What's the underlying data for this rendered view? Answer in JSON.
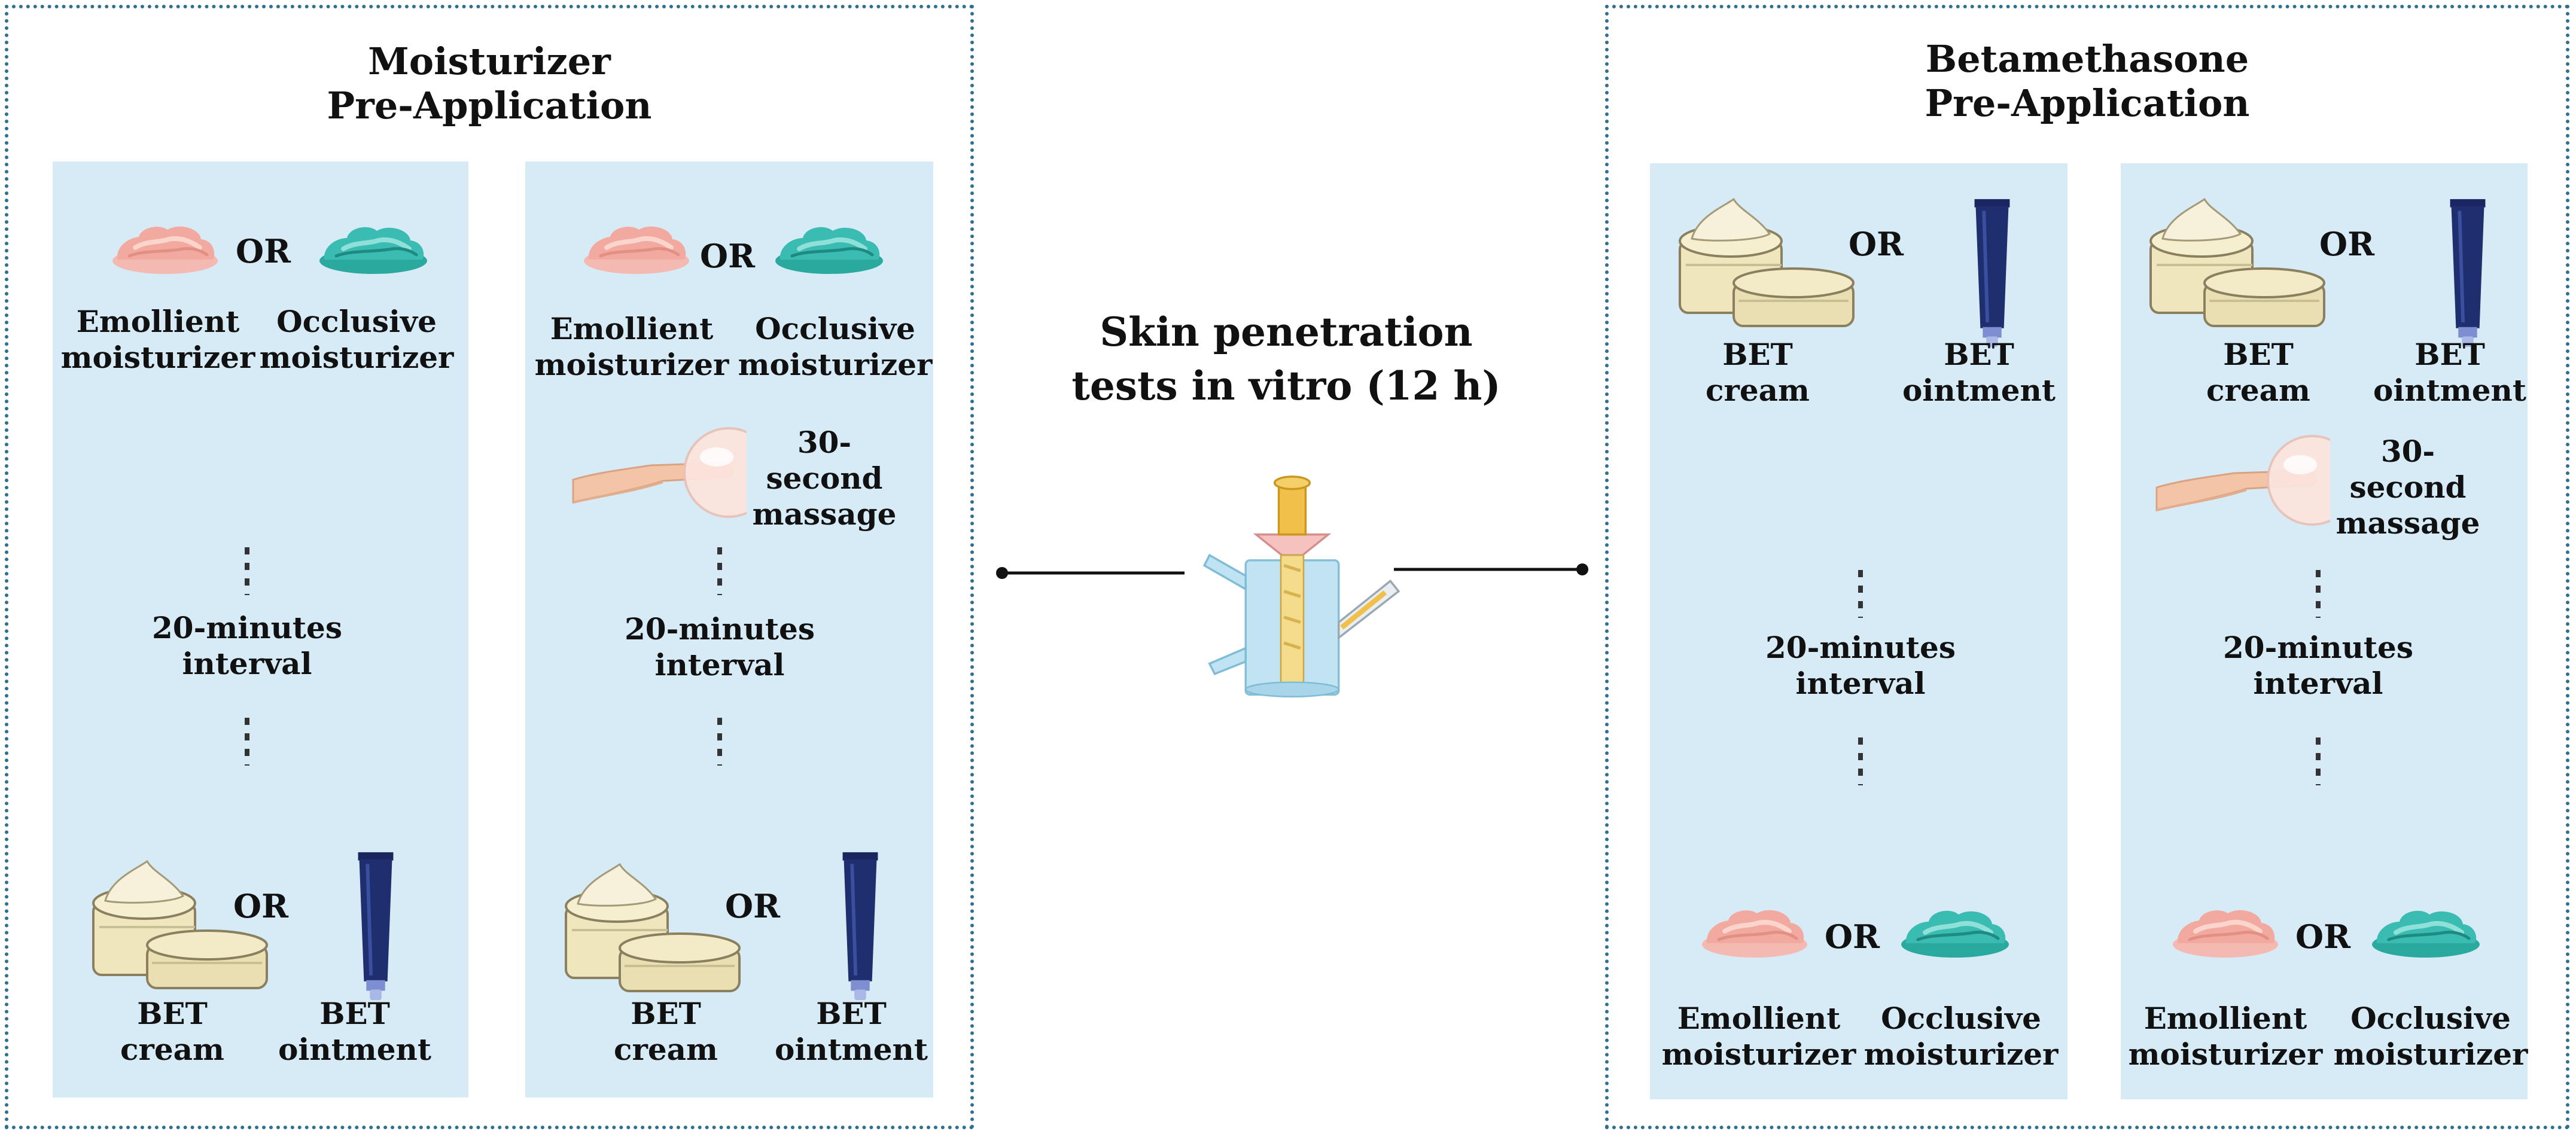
{
  "left_group": {
    "title_line1": "Moisturizer",
    "title_line2": "Pre-Application",
    "panels": [
      {
        "top_options": [
          "Emollient\nmoisturizer",
          "Occlusive\nmoisturizer"
        ],
        "interval": "20-minutes\ninterval",
        "bottom_options": [
          "BET\ncream",
          "BET\nointment"
        ]
      },
      {
        "top_options": [
          "Emollient\nmoisturizer",
          "Occlusive\nmoisturizer"
        ],
        "massage": "30-second\nmassage",
        "interval": "20-minutes\ninterval",
        "bottom_options": [
          "BET\ncream",
          "BET\nointment"
        ]
      }
    ]
  },
  "right_group": {
    "title_line1": "Betamethasone",
    "title_line2": "Pre-Application",
    "panels": [
      {
        "top_options": [
          "BET\ncream",
          "BET\nointment"
        ],
        "interval": "20-minutes\ninterval",
        "bottom_options": [
          "Emollient\nmoisturizer",
          "Occlusive\nmoisturizer"
        ]
      },
      {
        "top_options": [
          "BET\ncream",
          "BET\nointment"
        ],
        "massage": "30-second\nmassage",
        "interval": "20-minutes\ninterval",
        "bottom_options": [
          "Emollient\nmoisturizer",
          "Occlusive\nmoisturizer"
        ]
      }
    ]
  },
  "or_label": "OR",
  "center": {
    "title": "Skin penetration\ntests in vitro (12 h)",
    "icon": "franz-diffusion-cell-icon"
  },
  "colors": {
    "border": "#2f6f8f",
    "panel_bg": "#d7ebf6",
    "emollient": "#f2aaa0",
    "occlusive": "#3bbcb2",
    "tube": "#1f2e6e",
    "jar": "#efe6bd"
  }
}
